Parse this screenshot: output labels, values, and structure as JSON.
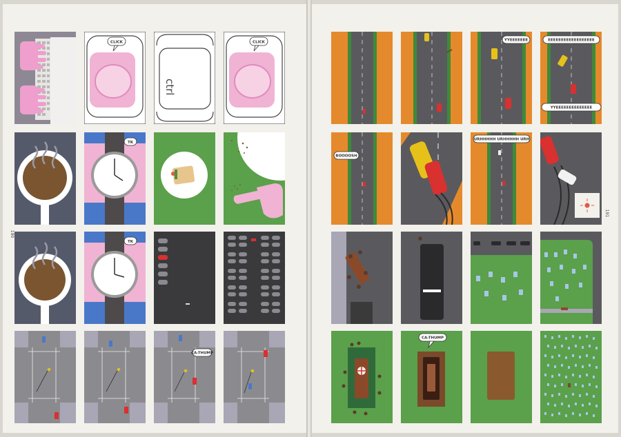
{
  "left_page": {
    "page_number": "190",
    "sfx": {
      "click": "CLICK",
      "ctrl": "ctrl",
      "tk1": "TK",
      "tk2": "TK",
      "ca_thump": "CA-THUMP"
    }
  },
  "right_page": {
    "page_number": "191",
    "sfx": {
      "yeee": "YYEEEEEEE",
      "eee_long": "EEEEEEEEEEEEEEEEEE",
      "yeee_long": "YYEEEEEEEEEEEEEE",
      "boooosh": "BOOOOSH",
      "urhhh": "URHHHHH URHHHHH URH",
      "ca_thump": "CA-THUMP"
    }
  },
  "colors": {
    "page": "#f3f1ec",
    "grass": "#5ba04b",
    "orange": "#e58a2c",
    "road": "#5a5a5e",
    "pink": "#f0b3d3",
    "coffee": "#7a5530",
    "slate": "#545a6a"
  }
}
